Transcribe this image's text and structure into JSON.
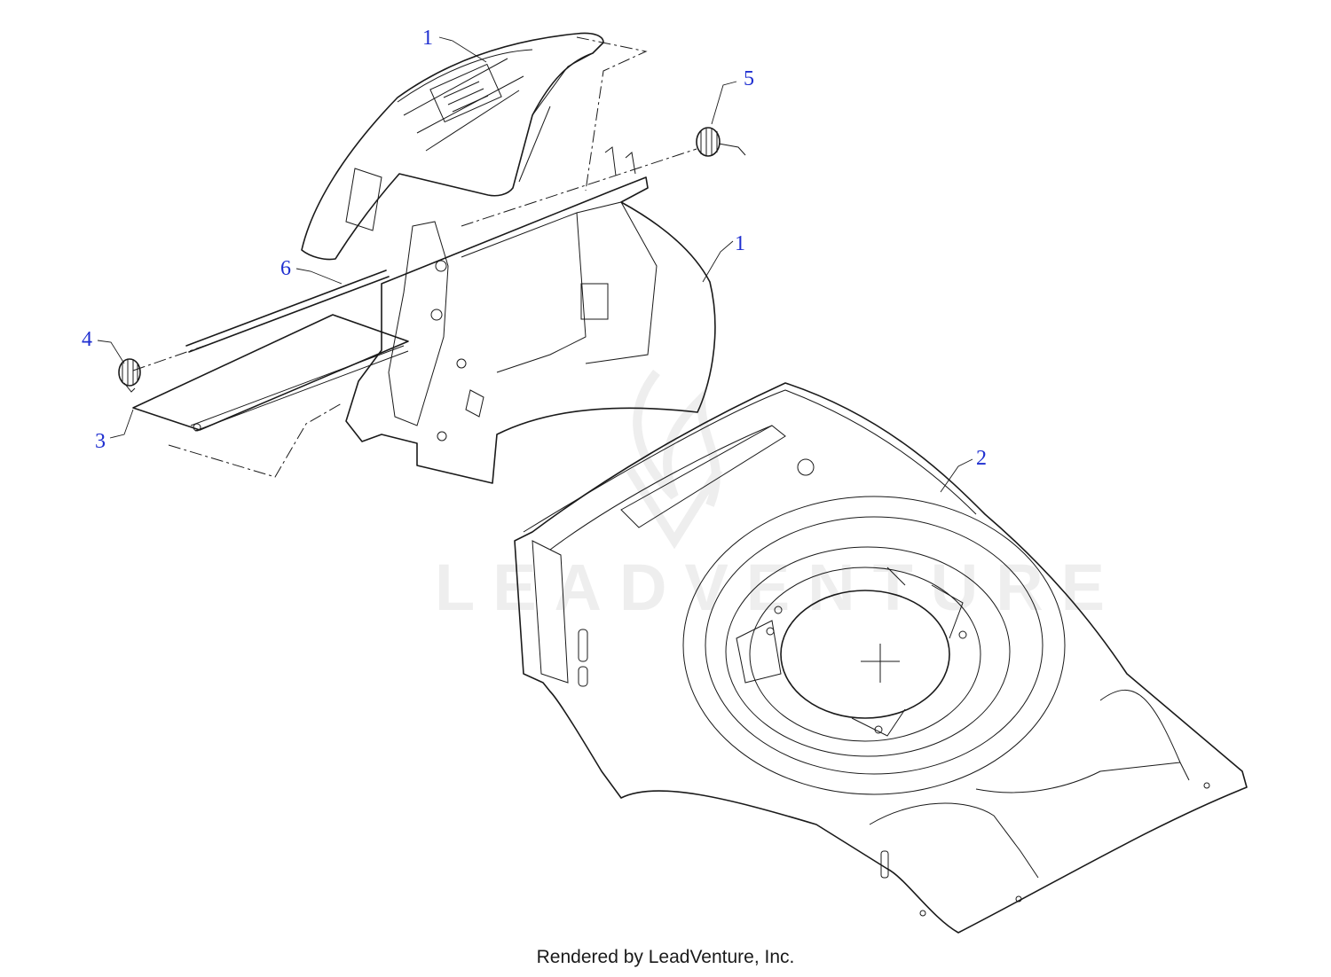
{
  "diagram": {
    "watermark": "LEADVENTURE",
    "caption": "Rendered by LeadVenture, Inc.",
    "callouts": [
      {
        "id": "c1a",
        "label": "1"
      },
      {
        "id": "c1b",
        "label": "1"
      },
      {
        "id": "c2",
        "label": "2"
      },
      {
        "id": "c3",
        "label": "3"
      },
      {
        "id": "c4",
        "label": "4"
      },
      {
        "id": "c5",
        "label": "5"
      },
      {
        "id": "c6",
        "label": "6"
      }
    ],
    "colors": {
      "callout": "#1f2fd0",
      "line": "#1a1a1a",
      "watermark": "#eeeeee"
    }
  }
}
